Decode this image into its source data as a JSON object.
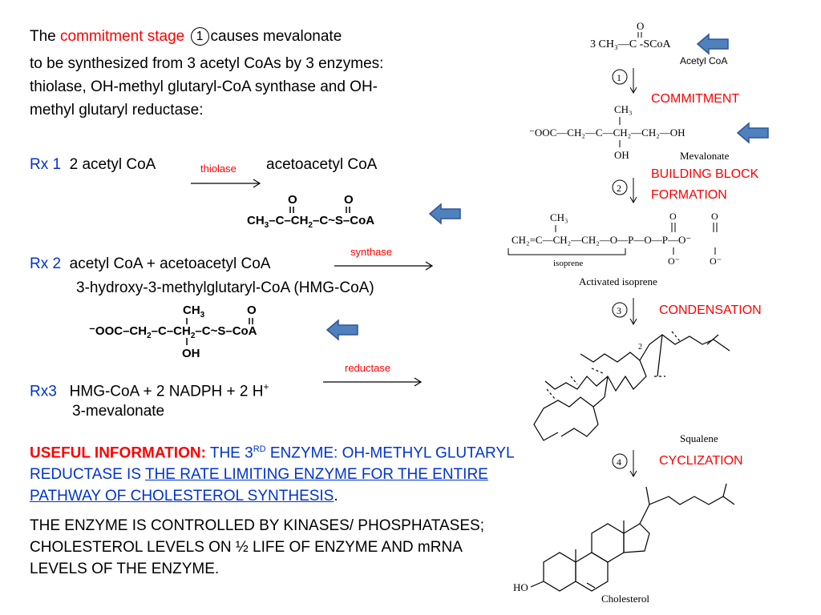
{
  "intro": {
    "line1_a": "The ",
    "line1_red": "commitment stage",
    "step_mark": "1",
    "line1_b": "causes mevalonate",
    "line2": "to be synthesized from 3 acetyl CoAs by 3 enzymes:",
    "line3": "thiolase, OH-methyl glutaryl-CoA synthase and OH-",
    "line4": "methyl glutaryl reductase:"
  },
  "rx1": {
    "label": "Rx 1",
    "reactant": "2 acetyl CoA",
    "enzyme": "thiolase",
    "product": "acetoacetyl CoA",
    "structure": "CH3–C(=O)–CH2–C(=O)~S–CoA"
  },
  "rx2": {
    "label": "Rx 2",
    "reactants": "acetyl CoA  + acetoacetyl CoA",
    "enzyme": "synthase",
    "product": "3-hydroxy-3-methylglutaryl-CoA (HMG-CoA)",
    "structure": "−OOC–CH2–C(CH3)(OH)–CH2–C(=O)~S–CoA"
  },
  "rx3": {
    "label": "Rx3",
    "reactants": "HMG-CoA  + 2 NADPH + 2 H",
    "sup": "+",
    "enzyme": "reductase",
    "product": "3-mevalonate"
  },
  "useful": {
    "label": "USEFUL INFORMATION:",
    "t1": " THE 3",
    "t1_sup": "RD",
    "t2": " ENZYME: OH-METHYL GLUTARYL REDUCTASE IS ",
    "underlined": "THE RATE LIMITING ENZYME FOR THE ENTIRE PATHWAY OF CHOLESTEROL SYNTHESIS",
    "t3": ".",
    "line_black": "THE ENZYME IS CONTROLLED BY KINASES/ PHOSPHATASES;  CHOLESTEROL LEVELS ON ½ LIFE OF ENZYME AND mRNA LEVELS OF THE ENZYME."
  },
  "pathway": {
    "acetyl_formula": "3 CH₃—C -SCoA",
    "acetyl_name": "Acetyl CoA",
    "step1": "1",
    "step1_label": "COMMITMENT",
    "mevalonate_formula": "⁻OOC—CH₂—C—CH₂—CH₂—OH",
    "mevalonate_ch3": "CH₃",
    "mevalonate_oh": "OH",
    "mevalonate_name": "Mevalonate",
    "step2": "2",
    "step2_label_1": "BUILDING BLOCK",
    "step2_label_2": "FORMATION",
    "isoprene_ch3": "CH₃",
    "isoprene_formula": "CH₂=C—CH₂—CH₂—O—P—O—P—O⁻",
    "isoprene_bracket": "isoprene",
    "isoprene_name": "Activated isoprene",
    "step3": "3",
    "step3_label": "CONDENSATION",
    "squalene_name": "Squalene",
    "step4": "4",
    "step4_label": "CYCLIZATION",
    "cholesterol_ho": "HO",
    "cholesterol_name": "Cholesterol"
  },
  "colors": {
    "red": "#ff0000",
    "blue": "#0033cc",
    "arrow_fill": "#4f81bd",
    "arrow_stroke": "#2f5597"
  }
}
